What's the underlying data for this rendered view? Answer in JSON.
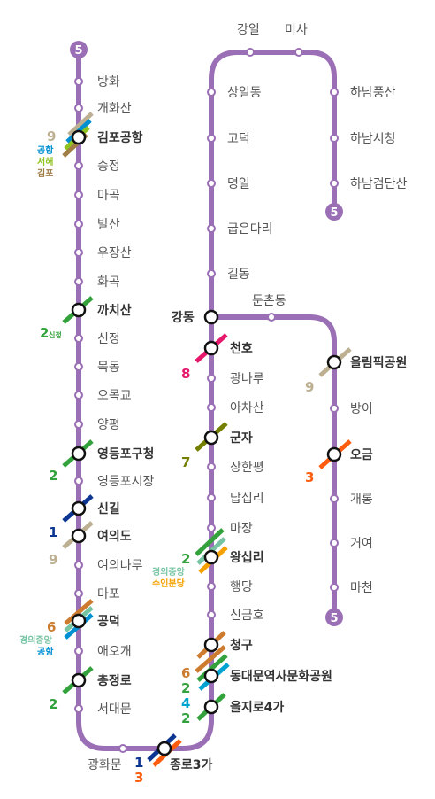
{
  "line": {
    "badge": "5",
    "color": "#9b6fb5"
  },
  "stations": {
    "banghwa": "방화",
    "gaehwasan": "개화산",
    "gimpo_airport": "김포공항",
    "songjeong": "송정",
    "magok": "마곡",
    "balsan": "발산",
    "ujangsan": "우장산",
    "hwagok": "화곡",
    "kkachisan": "까치산",
    "sinjeong": "신정",
    "mokdong": "목동",
    "omokgyo": "오목교",
    "yangpyeong": "양평",
    "yeongdeungpo_gu_office": "영등포구청",
    "yeongdeungpo_market": "영등포시장",
    "singil": "신길",
    "yeouido": "여의도",
    "yeouinaru": "여의나루",
    "mapo": "마포",
    "gongdeok": "공덕",
    "aeogae": "애오개",
    "chungjeongno": "충정로",
    "seodaemun": "서대문",
    "gwanghwamun": "광화문",
    "jongno3ga": "종로3가",
    "euljiro4ga": "을지로4가",
    "ddp": "동대문역사문화공원",
    "cheonggu": "청구",
    "singeumho": "신금호",
    "haengdang": "행당",
    "wangsimni": "왕십리",
    "majang": "마장",
    "dapsimni": "답십리",
    "janghanpyeong": "장한평",
    "gunja": "군자",
    "achasan": "아차산",
    "gwangnaru": "광나루",
    "cheonho": "천호",
    "gangdong": "강동",
    "gildong": "길동",
    "gubeundari": "굽은다리",
    "myeongil": "명일",
    "godeok": "고덕",
    "sangildong": "상일동",
    "gangil": "강일",
    "misa": "미사",
    "hanam_pungsan": "하남풍산",
    "hanam_cityhall": "하남시청",
    "hanam_geomdansan": "하남검단산",
    "dunchondong": "둔촌동",
    "olympic_park": "올림픽공원",
    "bangi": "방이",
    "ogeum": "오금",
    "gaerong": "개롱",
    "geoyeo": "거여",
    "macheon": "마천"
  },
  "transfers": {
    "gimpo_9": "9",
    "gimpo_airport_line": "공항",
    "gimpo_seohae": "서해",
    "gimpo_gimpo": "김포",
    "kkachisan_2": "2",
    "kkachisan_branch": "신정",
    "ydp_2": "2",
    "singil_1": "1",
    "yeouido_9": "9",
    "gongdeok_6": "6",
    "gongdeok_gyeongui": "경의중앙",
    "gongdeok_airport": "공항",
    "chungjeongno_2": "2",
    "jongno_1": "1",
    "jongno_3": "3",
    "euljiro_2": "2",
    "ddp_6": "6",
    "ddp_2": "2",
    "ddp_4": "4",
    "wangsimni_2": "2",
    "wangsimni_gyeongui": "경의중앙",
    "wangsimni_suin": "수인분당",
    "gunja_7": "7",
    "cheonho_8": "8",
    "olympic_9": "9",
    "ogeum_3": "3"
  },
  "colors": {
    "line1": "#0d3692",
    "line2": "#33a23d",
    "line3": "#fe5d10",
    "line4": "#00a2d1",
    "line6": "#cd7c2f",
    "line7": "#747f00",
    "line8": "#e6186c",
    "line9": "#bdb092",
    "airport": "#0090d2",
    "gyeongui": "#77c4a3",
    "suin": "#f5a200",
    "seohae": "#8fc31f",
    "gimpo_gold": "#a17e46"
  }
}
